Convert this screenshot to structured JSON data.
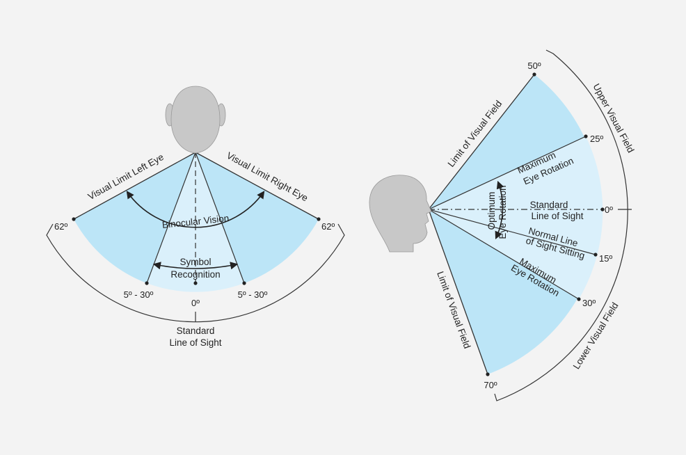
{
  "top_view": {
    "visual_limit_left_eye": "Visual Limit Left Eye",
    "visual_limit_right_eye": "Visual Limit Right Eye",
    "binocular_vision": "Binocular Vision",
    "symbol_recognition_line1": "Symbol",
    "symbol_recognition_line2": "Recognition",
    "angle_left_62": "62º",
    "angle_right_62": "62º",
    "angle_left_5_30": "5º - 30º",
    "angle_right_5_30": "5º - 30º",
    "angle_zero": "0º",
    "standard_line_line1": "Standard",
    "standard_line_line2": "Line of Sight"
  },
  "side_view": {
    "limit_upper": "Limit of Visual Field",
    "limit_lower": "Limit of Visual Field",
    "max_rotation_upper_line1": "Maximum",
    "max_rotation_upper_line2": "Eye Rotation",
    "max_rotation_lower_line1": "Maximum",
    "max_rotation_lower_line2": "Eye Rotation",
    "standard_line1": "Standard",
    "standard_line2": "Line of Sight",
    "optimum_line1": "Optimum",
    "optimum_line2": "Eye Rotation",
    "normal_line1": "Normal Line",
    "normal_line2": "of Sight Sitting",
    "upper_visual_field": "Upper Visual Field",
    "lower_visual_field": "Lower Visual Field",
    "angle_50": "50º",
    "angle_25": "25º",
    "angle_0": "0º",
    "angle_15": "15º",
    "angle_30": "30º",
    "angle_70": "70º"
  },
  "colors": {
    "background": "#f3f3f3",
    "outer_field": "#bce5f7",
    "inner_field": "#daf0fb",
    "head": "#c8c8c8",
    "line": "#333333"
  }
}
